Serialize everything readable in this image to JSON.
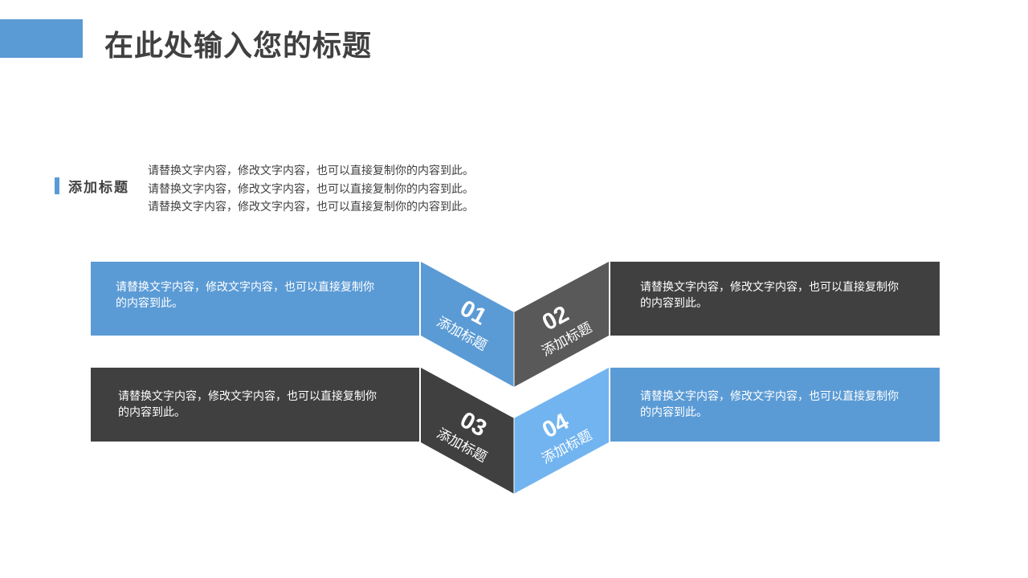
{
  "header": {
    "title": "在此处输入您的标题"
  },
  "intro": {
    "subtitle": "添加标题",
    "lines": [
      "请替换文字内容，修改文字内容，也可以直接复制你的内容到此。",
      "请替换文字内容，修改文字内容，也可以直接复制你的内容到此。",
      "请替换文字内容，修改文字内容，也可以直接复制你的内容到此。"
    ]
  },
  "steps": [
    {
      "number": "01",
      "label": "添加标题",
      "text": "请替换文字内容，修改文字内容，也可以直接复制你的内容到此。"
    },
    {
      "number": "02",
      "label": "添加标题",
      "text": "请替换文字内容，修改文字内容，也可以直接复制你的内容到此。"
    },
    {
      "number": "03",
      "label": "添加标题",
      "text": "请替换文字内容，修改文字内容，也可以直接复制你的内容到此。"
    },
    {
      "number": "04",
      "label": "添加标题",
      "text": "请替换文字内容，修改文字内容，也可以直接复制你的内容到此。"
    }
  ],
  "colors": {
    "blue": "#5b9bd5",
    "light_blue": "#72b4f0",
    "dark": "#404040",
    "mid_gray": "#595959"
  }
}
